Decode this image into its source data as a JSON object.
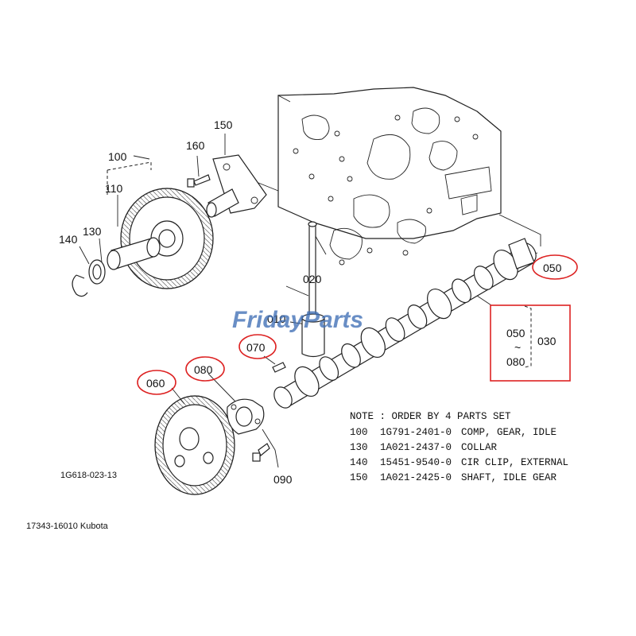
{
  "callouts": {
    "c010": "010",
    "c020": "020",
    "c030": "030",
    "c050": "050",
    "c060": "060",
    "c070": "070",
    "c080": "080",
    "c090": "090",
    "c100": "100",
    "c110": "110",
    "c130": "130",
    "c140": "140",
    "c150": "150",
    "c160": "160",
    "range_top": "050",
    "range_sep": "~",
    "range_bottom": "080"
  },
  "note": {
    "header": "NOTE : ORDER BY 4 PARTS SET",
    "rows": [
      {
        "no": "100",
        "part": "1G791-2401-0",
        "desc": "COMP, GEAR, IDLE"
      },
      {
        "no": "130",
        "part": "1A021-2437-0",
        "desc": "COLLAR"
      },
      {
        "no": "140",
        "part": "15451-9540-0",
        "desc": "CIR CLIP, EXTERNAL"
      },
      {
        "no": "150",
        "part": "1A021-2425-0",
        "desc": "SHAFT, IDLE GEAR"
      }
    ]
  },
  "figure_code": "1G618-023-13",
  "caption": "17343-16010 Kubota",
  "watermark": "FridayParts",
  "colors": {
    "highlight": "#dd2222",
    "watermark": "#3f6fb6",
    "line": "#222222"
  }
}
